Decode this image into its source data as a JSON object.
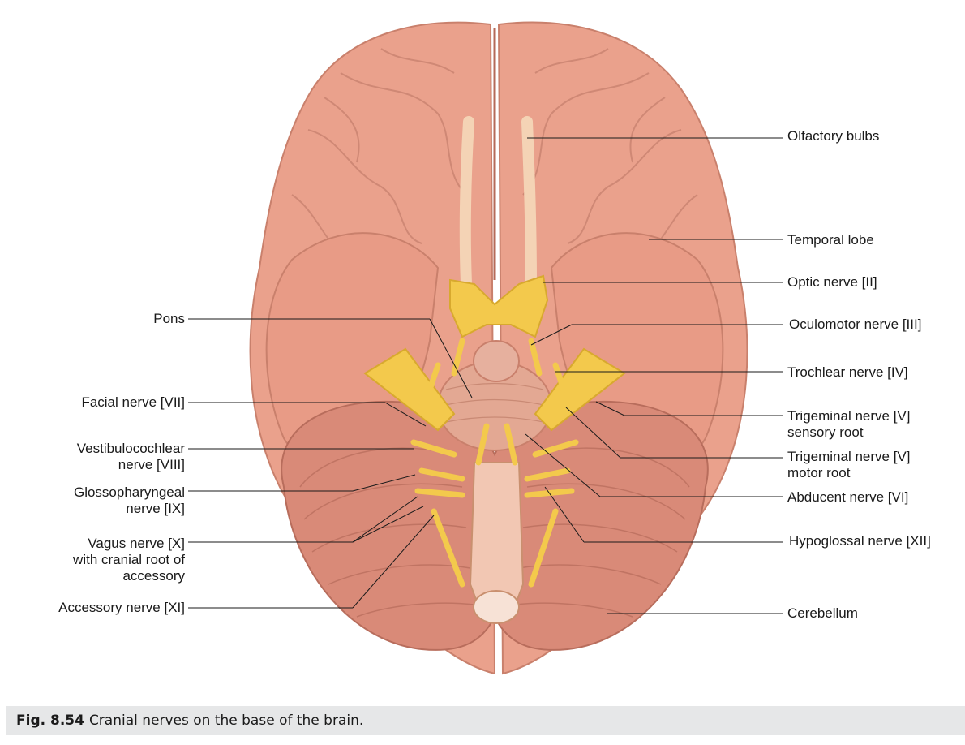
{
  "labels_right": [
    {
      "id": "olfactory-bulbs",
      "lines": [
        "Olfactory bulbs"
      ]
    },
    {
      "id": "temporal-lobe",
      "lines": [
        "Temporal lobe"
      ]
    },
    {
      "id": "optic-nerve",
      "lines": [
        "Optic nerve [II]"
      ]
    },
    {
      "id": "oculomotor-nerve",
      "lines": [
        "Oculomotor nerve [III]"
      ]
    },
    {
      "id": "trochlear-nerve",
      "lines": [
        "Trochlear nerve [IV]"
      ]
    },
    {
      "id": "trigeminal-sensory",
      "lines": [
        "Trigeminal nerve [V]",
        "sensory root"
      ]
    },
    {
      "id": "trigeminal-motor",
      "lines": [
        "Trigeminal nerve [V]",
        "motor root"
      ]
    },
    {
      "id": "abducent-nerve",
      "lines": [
        "Abducent nerve [VI]"
      ]
    },
    {
      "id": "hypoglossal-nerve",
      "lines": [
        "Hypoglossal nerve [XII]"
      ]
    },
    {
      "id": "cerebellum",
      "lines": [
        "Cerebellum"
      ]
    }
  ],
  "labels_left": [
    {
      "id": "pons",
      "lines": [
        "Pons"
      ]
    },
    {
      "id": "facial-nerve",
      "lines": [
        "Facial nerve [VII]"
      ]
    },
    {
      "id": "vestibulocochlear-nerve",
      "lines": [
        "Vestibulocochlear",
        "nerve [VIII]"
      ]
    },
    {
      "id": "glossopharyngeal-nerve",
      "lines": [
        "Glossopharyngeal",
        "nerve [IX]"
      ]
    },
    {
      "id": "vagus-nerve",
      "lines": [
        "Vagus nerve [X]",
        "with cranial root of",
        "accessory"
      ]
    },
    {
      "id": "accessory-nerve",
      "lines": [
        "Accessory nerve [XI]"
      ]
    }
  ],
  "caption": {
    "label": "Fig. 8.54",
    "text": "Cranial nerves on the base of the brain."
  },
  "colors": {
    "brain": "#eaa18c",
    "brain_dark": "#d27f6c",
    "nerve": "#f3c94c",
    "cerebellum": "#d98a78",
    "stem": "#f2c7b3"
  }
}
